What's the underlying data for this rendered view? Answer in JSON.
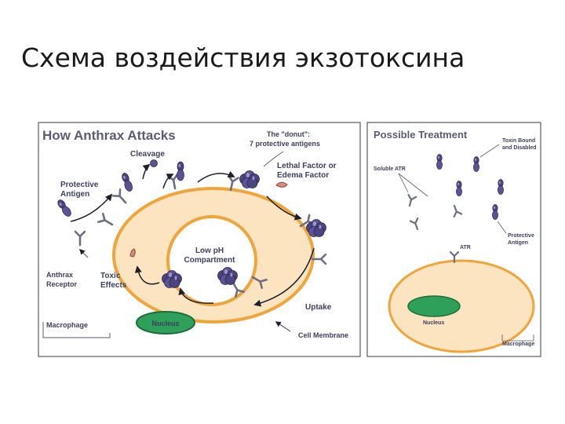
{
  "slide": {
    "title": "Схема воздействия экзотоксина"
  },
  "left_panel": {
    "title": "How Anthrax Attacks",
    "donut_label_1": "The \"donut\":",
    "donut_label_2": "7 protective antigens",
    "cleavage": "Cleavage",
    "protective_antigen_1": "Protective",
    "protective_antigen_2": "Antigen",
    "lethal_factor_1": "Lethal Factor or",
    "lethal_factor_2": "Edema Factor",
    "low_ph_1": "Low pH",
    "low_ph_2": "Compartment",
    "anthrax_receptor_1": "Anthrax",
    "anthrax_receptor_2": "Receptor",
    "toxic_effects_1": "Toxic",
    "toxic_effects_2": "Effects",
    "uptake": "Uptake",
    "macrophage": "Macrophage",
    "nucleus": "Nucleus",
    "cell_membrane": "Cell Membrane"
  },
  "right_panel": {
    "title": "Possible Treatment",
    "toxin_bound_1": "Toxin Bound",
    "toxin_bound_2": "and Disabled",
    "soluble_atr": "Soluble ATR",
    "protective_antigen_1": "Protective",
    "protective_antigen_2": "Antigen",
    "atr": "ATR",
    "nucleus": "Nucleus",
    "macrophage": "Macrophage"
  },
  "colors": {
    "cell_fill": "#fbe4bf",
    "membrane": "#f0a43a",
    "nucleus": "#2fa05a",
    "toxin": "#4b4580",
    "label": "#3d3f5e"
  }
}
